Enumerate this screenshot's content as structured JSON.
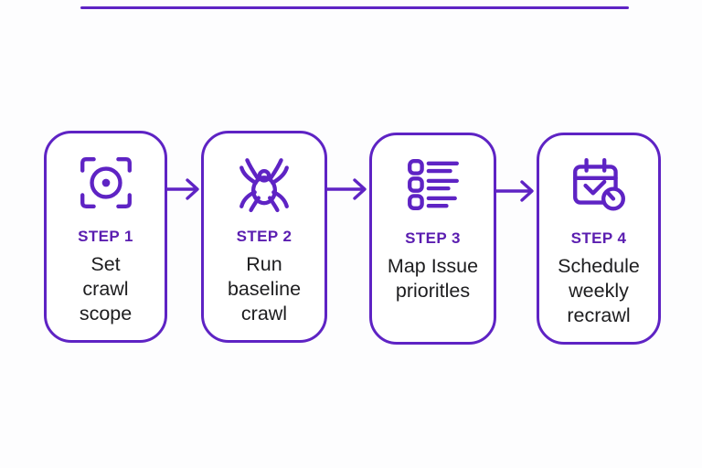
{
  "theme": {
    "accent": "#5E23C4",
    "label": "#5A1DB0",
    "text": "#1D1D1F",
    "background": "#FDFDFE",
    "card_bg": "#FFFFFF"
  },
  "diagram": {
    "kind": "horizontal-process-flow",
    "steps": [
      {
        "label": "STEP 1",
        "icon": "crawl-scope-viewfinder-icon",
        "desc_lines": [
          "Set",
          "crawl",
          "scope"
        ]
      },
      {
        "label": "STEP 2",
        "icon": "spider-crawler-icon",
        "desc_lines": [
          "Run",
          "baseline",
          "crawl"
        ]
      },
      {
        "label": "STEP 3",
        "icon": "issue-checklist-icon",
        "desc_lines": [
          "Map Issue",
          "prioritles"
        ]
      },
      {
        "label": "STEP 4",
        "icon": "calendar-clock-icon",
        "desc_lines": [
          "Schedule",
          "weekly",
          "recrawl"
        ]
      }
    ]
  }
}
